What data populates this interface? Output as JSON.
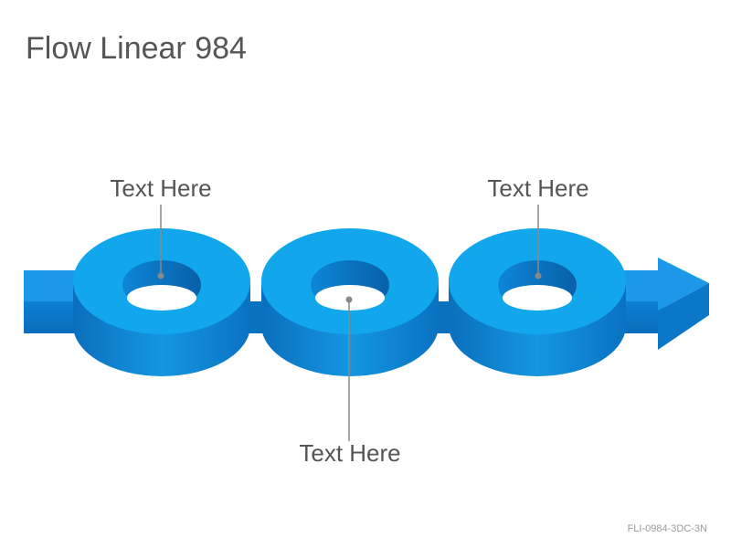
{
  "title": "Flow Linear 984",
  "labels": [
    "Text Here",
    "Text Here",
    "Text Here"
  ],
  "code": "FLI-0984-3DC-3N",
  "colors": {
    "ring_top": "#12A7EC",
    "ring_side": "#0B7FD0",
    "arrow_top": "#1B96E6",
    "text": "#555555",
    "connector": "#888888"
  }
}
